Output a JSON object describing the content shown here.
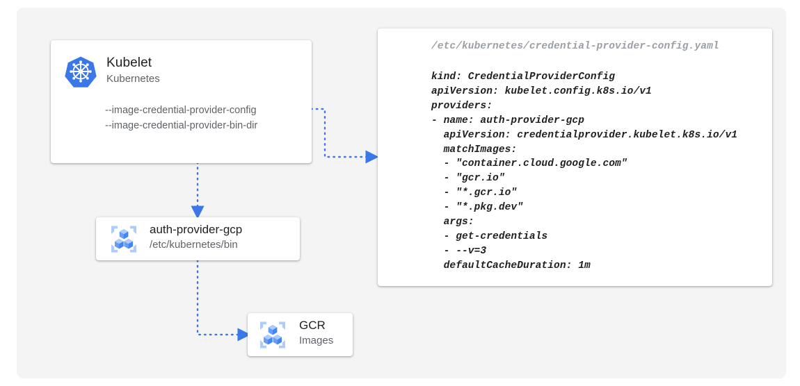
{
  "canvas": {
    "background_color": "#f4f4f4",
    "page_background": "#ffffff"
  },
  "accent_color": "#3b78e7",
  "nodes": {
    "kubelet": {
      "icon": "kubernetes-logo-icon",
      "title": "Kubelet",
      "subtitle": "Kubernetes",
      "flags": [
        "--image-credential-provider-config",
        "--image-credential-provider-bin-dir"
      ]
    },
    "auth_provider": {
      "icon": "container-registry-icon",
      "title": "auth-provider-gcp",
      "subtitle": "/etc/kubernetes/bin"
    },
    "gcr": {
      "icon": "container-registry-icon",
      "title": "GCR",
      "subtitle": "Images"
    }
  },
  "code_panel": {
    "filepath": "/etc/kubernetes/credential-provider-config.yaml",
    "lines": [
      "kind: CredentialProviderConfig",
      "apiVersion: kubelet.config.k8s.io/v1",
      "providers:",
      "- name: auth-provider-gcp",
      "  apiVersion: credentialprovider.kubelet.k8s.io/v1",
      "  matchImages:",
      "  - \"container.cloud.google.com\"",
      "  - \"gcr.io\"",
      "  - \"*.gcr.io\"",
      "  - \"*.pkg.dev\"",
      "  args:",
      "  - get-credentials",
      "  - --v=3",
      "  defaultCacheDuration: 1m"
    ]
  },
  "connectors": [
    {
      "name": "kubelet-config-to-code-panel",
      "from": "kubelet.flags.config",
      "to": "code_panel",
      "style": "dotted",
      "color": "#3b78e7"
    },
    {
      "name": "kubelet-to-auth-provider",
      "from": "kubelet",
      "to": "auth_provider",
      "style": "dotted",
      "color": "#3b78e7"
    },
    {
      "name": "auth-provider-to-gcr",
      "from": "auth_provider",
      "to": "gcr",
      "style": "dotted",
      "color": "#3b78e7"
    }
  ]
}
